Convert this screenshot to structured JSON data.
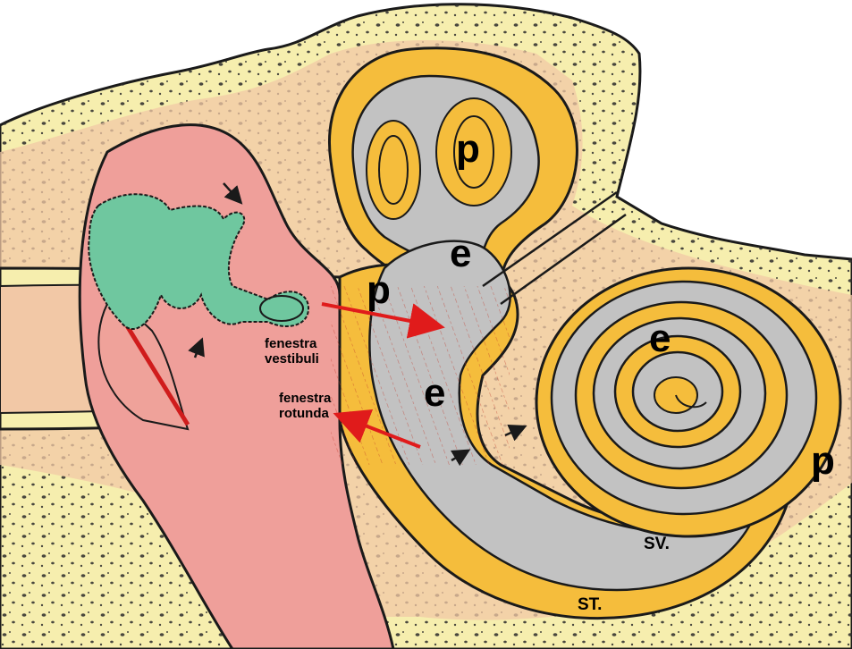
{
  "labels": {
    "p_upper": "p",
    "e_upper": "e",
    "p_left": "p",
    "e_middle": "e",
    "e_cochlea": "e",
    "p_right": "p",
    "fenestra_vestibuli_1": "fenestra",
    "fenestra_vestibuli_2": "vestibuli",
    "fenestra_rotunda_1": "fenestra",
    "fenestra_rotunda_2": "rotunda",
    "sv": "SV.",
    "st": "ST."
  },
  "colors": {
    "background": "#ffffff",
    "bone": "#f6eeae",
    "tissue": "#f2c8a6",
    "middle_ear": "#ef9f9a",
    "perilymph": "#f5bd3c",
    "endolymph": "#c2c2c2",
    "ossicles": "#6fc79f",
    "arrow": "#e01b1b",
    "outline": "#1a1a1a"
  }
}
